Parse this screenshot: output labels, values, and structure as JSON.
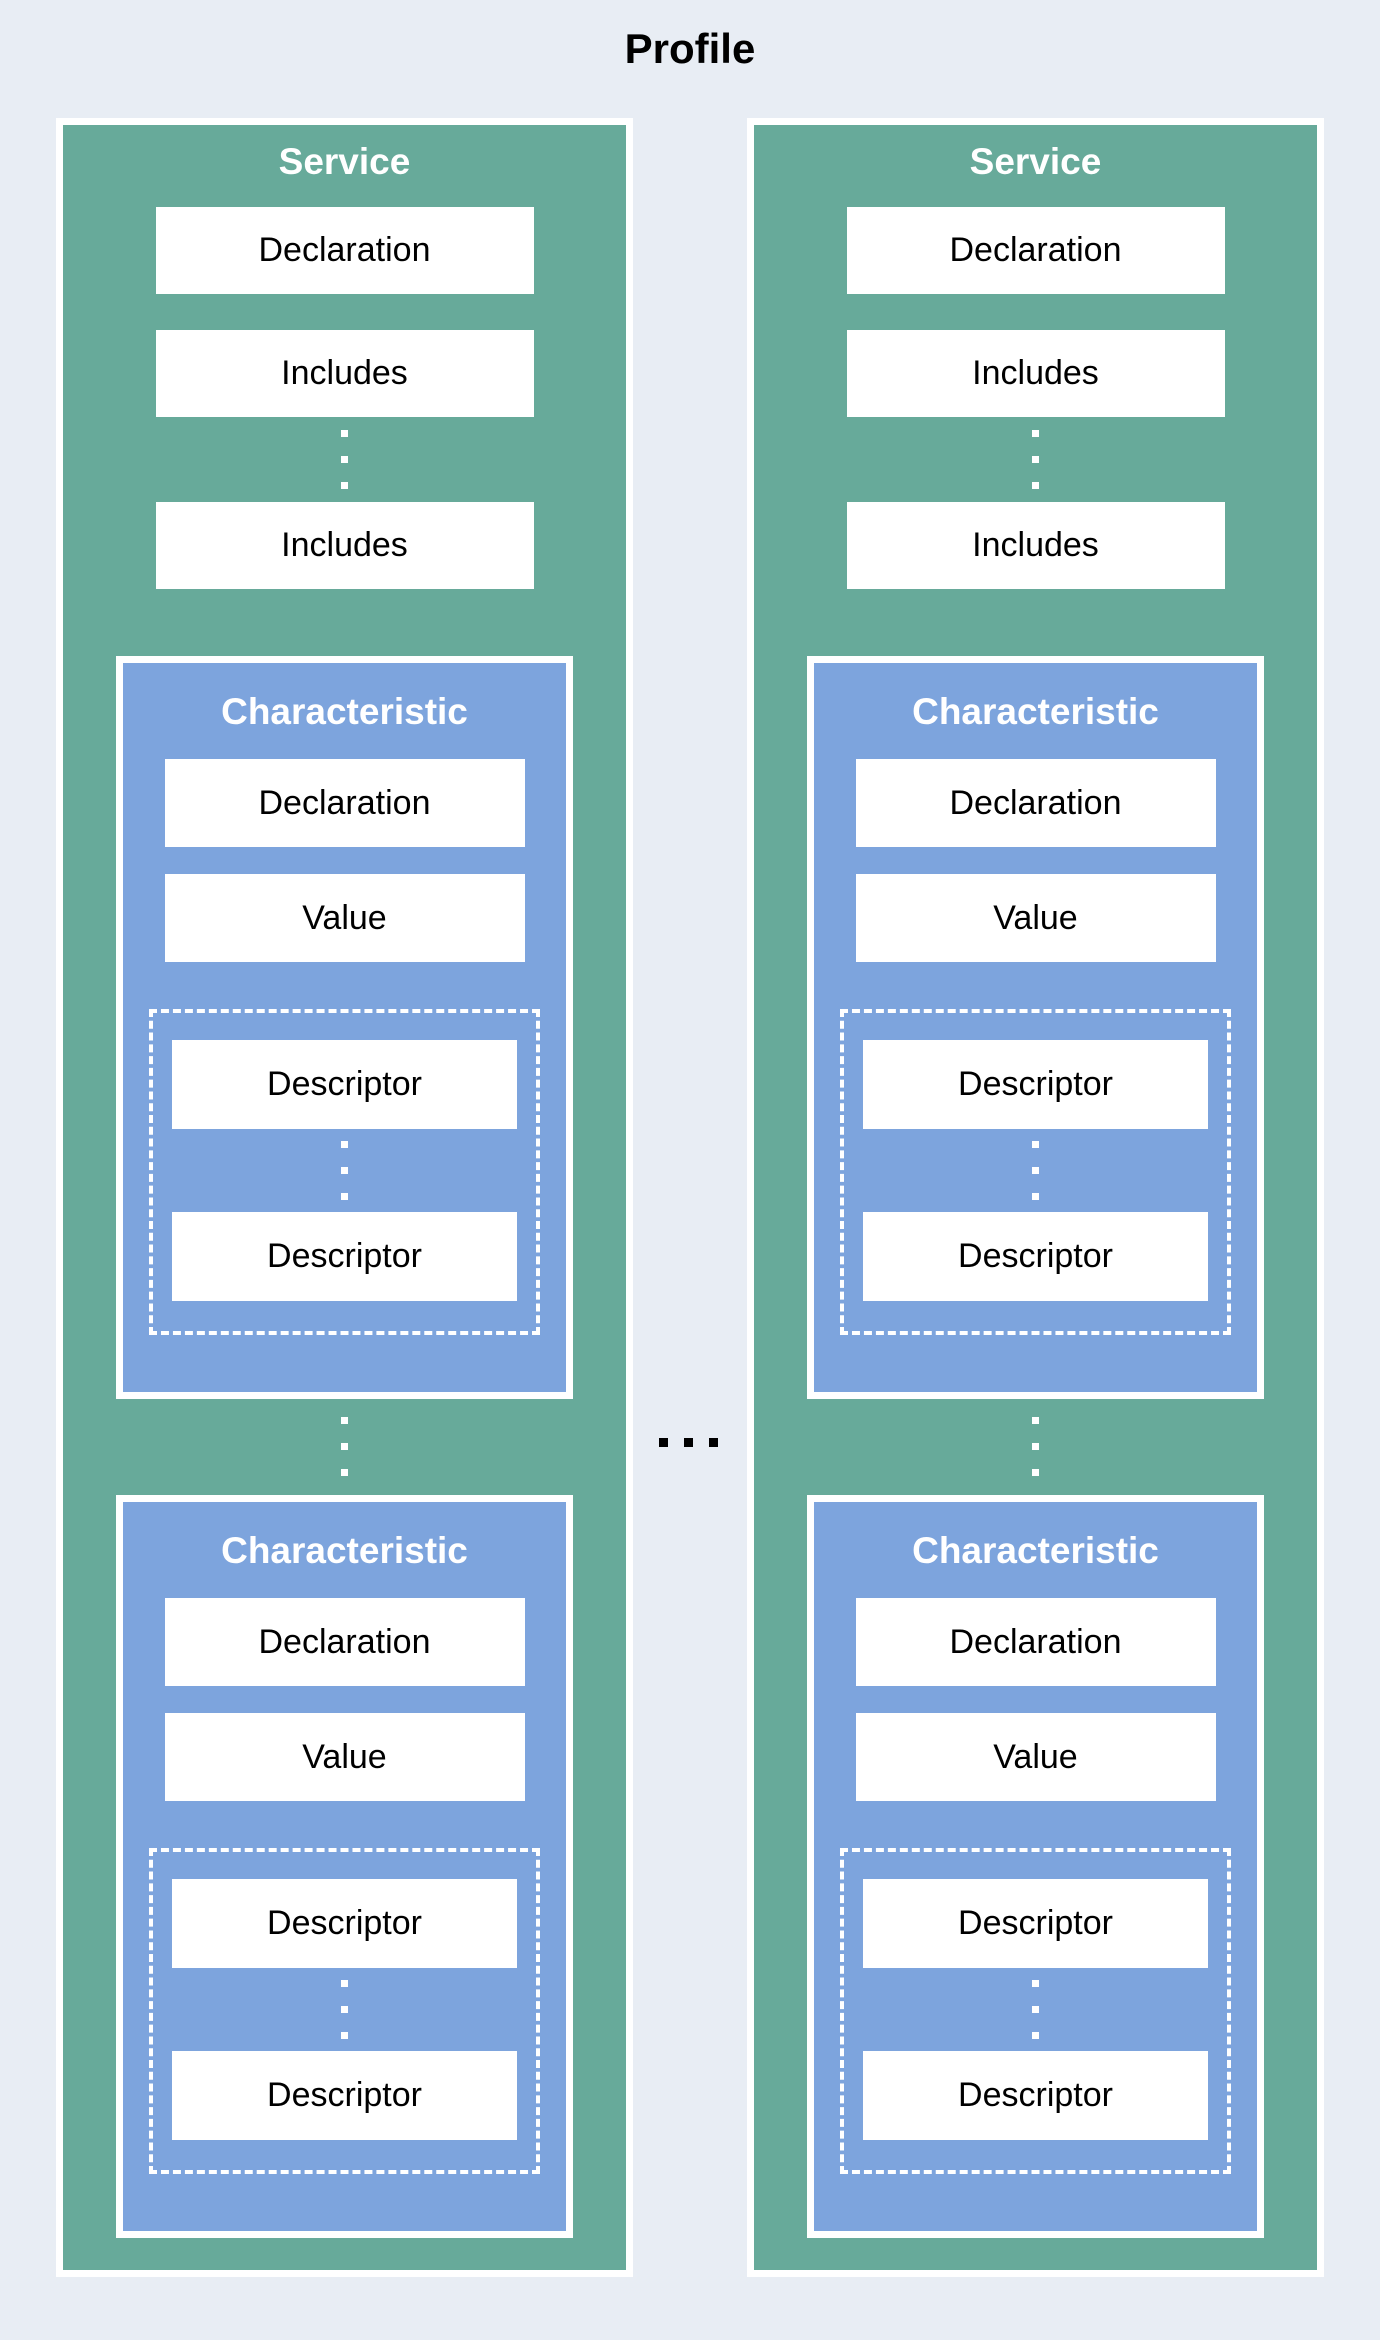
{
  "title": "Profile",
  "colors": {
    "background": "#e8edf4",
    "service_green": "#67aa9a",
    "characteristic_blue": "#7da4dd",
    "box_white": "#ffffff",
    "label_text": "#000000",
    "header_text": "#ffffff"
  },
  "services": [
    {
      "title": "Service",
      "declaration": "Declaration",
      "includes": [
        "Includes",
        "Includes"
      ],
      "characteristics": [
        {
          "title": "Characteristic",
          "declaration": "Declaration",
          "value": "Value",
          "descriptors": [
            "Descriptor",
            "Descriptor"
          ]
        },
        {
          "title": "Characteristic",
          "declaration": "Declaration",
          "value": "Value",
          "descriptors": [
            "Descriptor",
            "Descriptor"
          ]
        }
      ]
    },
    {
      "title": "Service",
      "declaration": "Declaration",
      "includes": [
        "Includes",
        "Includes"
      ],
      "characteristics": [
        {
          "title": "Characteristic",
          "declaration": "Declaration",
          "value": "Value",
          "descriptors": [
            "Descriptor",
            "Descriptor"
          ]
        },
        {
          "title": "Characteristic",
          "declaration": "Declaration",
          "value": "Value",
          "descriptors": [
            "Descriptor",
            "Descriptor"
          ]
        }
      ]
    }
  ]
}
